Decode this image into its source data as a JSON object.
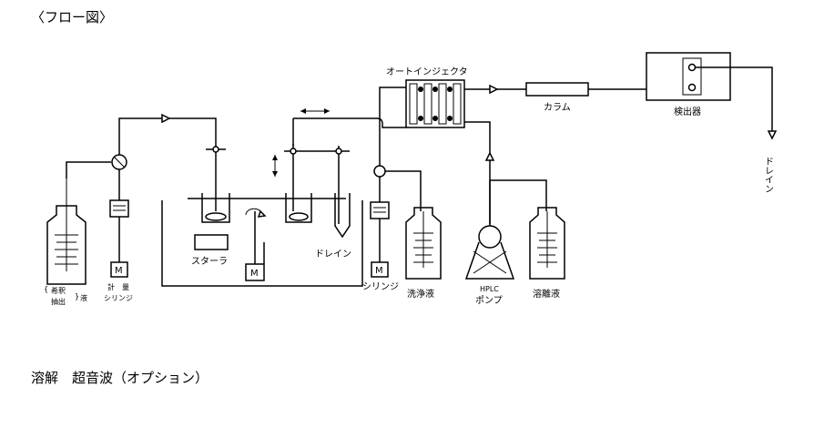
{
  "header": {
    "title": "〈フロー図〉"
  },
  "footer": {
    "text": "溶解　超音波（オプション）"
  },
  "labels": {
    "autoinjector": "オートインジェクタ",
    "column": "カラム",
    "detector": "検出器",
    "drain_right": "ドレイン",
    "stirrer": "スターラ",
    "drain_mid": "ドレイン",
    "motor": "M",
    "syringe_right": "シリンジ",
    "wash_liquid": "洗浄液",
    "hplc_line1": "HPLC",
    "hplc_line2": "ポンプ",
    "eluent": "溶離液",
    "dissolve_1": "希釈",
    "dissolve_2": "抽出",
    "dissolve_suffix": "液",
    "metering_1": "計　量",
    "metering_2": "シリンジ"
  }
}
